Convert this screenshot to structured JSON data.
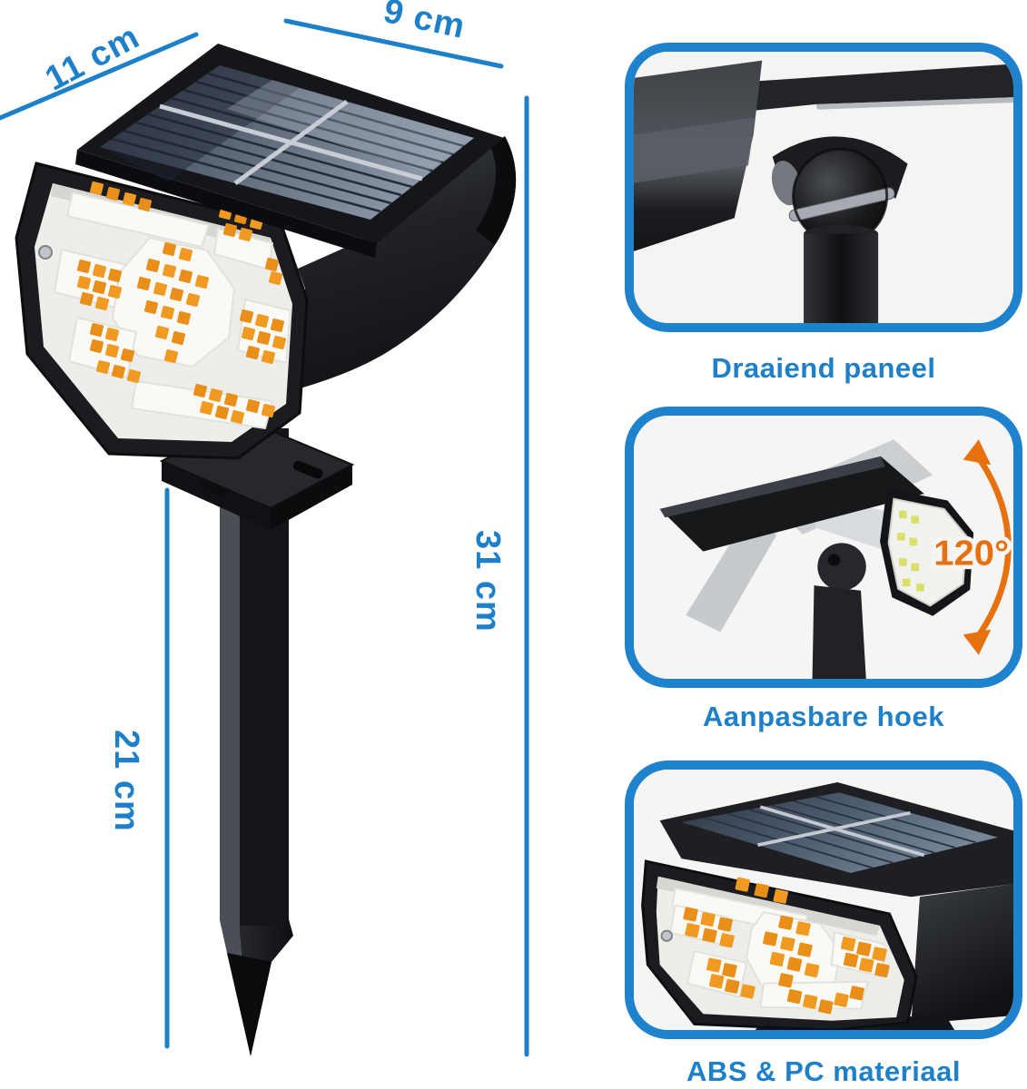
{
  "dimensions": {
    "width_label": "11 cm",
    "depth_label": "9 cm",
    "total_height_label": "31 cm",
    "stake_height_label": "21 cm"
  },
  "features": [
    {
      "caption": "Draaiend paneel"
    },
    {
      "caption": "Aanpasbare hoek",
      "angle_label": "120°"
    },
    {
      "caption": "ABS & PC materiaal"
    }
  ],
  "colors": {
    "accent_blue": "#1e80c8",
    "card_border_blue": "#1f82cc",
    "accent_orange": "#e8710f",
    "led_orange": "#f09a22"
  }
}
